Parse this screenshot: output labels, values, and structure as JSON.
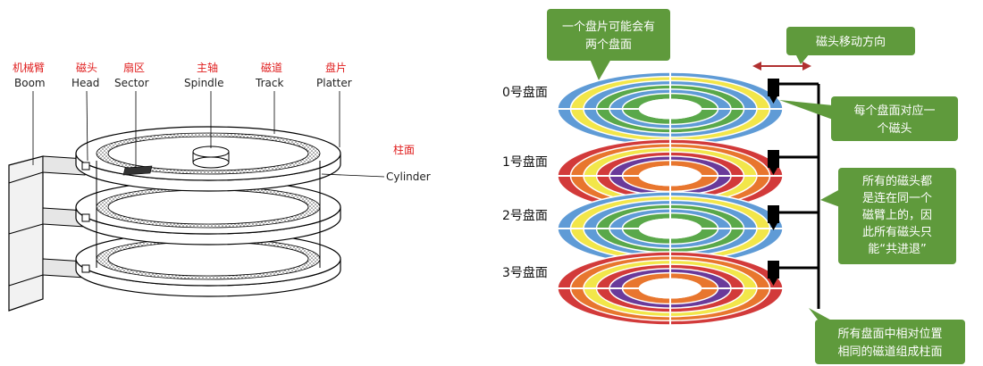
{
  "left_diagram": {
    "labels": [
      {
        "key": "boom",
        "cn": "机械臂",
        "en": "Boom"
      },
      {
        "key": "head",
        "cn": "磁头",
        "en": "Head"
      },
      {
        "key": "sector",
        "cn": "扇区",
        "en": "Sector"
      },
      {
        "key": "spindle",
        "cn": "主轴",
        "en": "Spindle"
      },
      {
        "key": "track",
        "cn": "磁道",
        "en": "Track"
      },
      {
        "key": "platter",
        "cn": "盘片",
        "en": "Platter"
      }
    ],
    "cylinder": {
      "cn": "柱面",
      "en": "Cylinder"
    }
  },
  "right_diagram": {
    "surfaces": [
      "0号盘面",
      "1号盘面",
      "2号盘面",
      "3号盘面"
    ],
    "callouts": {
      "top": [
        "一个盘片可能会有",
        "两个盘面"
      ],
      "direction": [
        "磁头移动方向"
      ],
      "per_head": [
        "每个盘面对应一",
        "个磁头"
      ],
      "arm": [
        "所有的磁头都",
        "是连在同一个",
        "磁臂上的，因",
        "此所有磁头只",
        "能“共进退”"
      ],
      "cylinder": [
        "所有盘面中相对位置",
        "相同的磁道组成柱面"
      ]
    }
  },
  "colors": {
    "label_red": "#e02020",
    "callout_green": "#5f9a3c",
    "track_yellow": "#f2e64a",
    "track_blue": "#5f9bd6",
    "track_green": "#5aa84a",
    "track_orange": "#e8762e",
    "track_red": "#d23a3a",
    "track_purple": "#6a3a9a",
    "arrow_red": "#b03030"
  }
}
